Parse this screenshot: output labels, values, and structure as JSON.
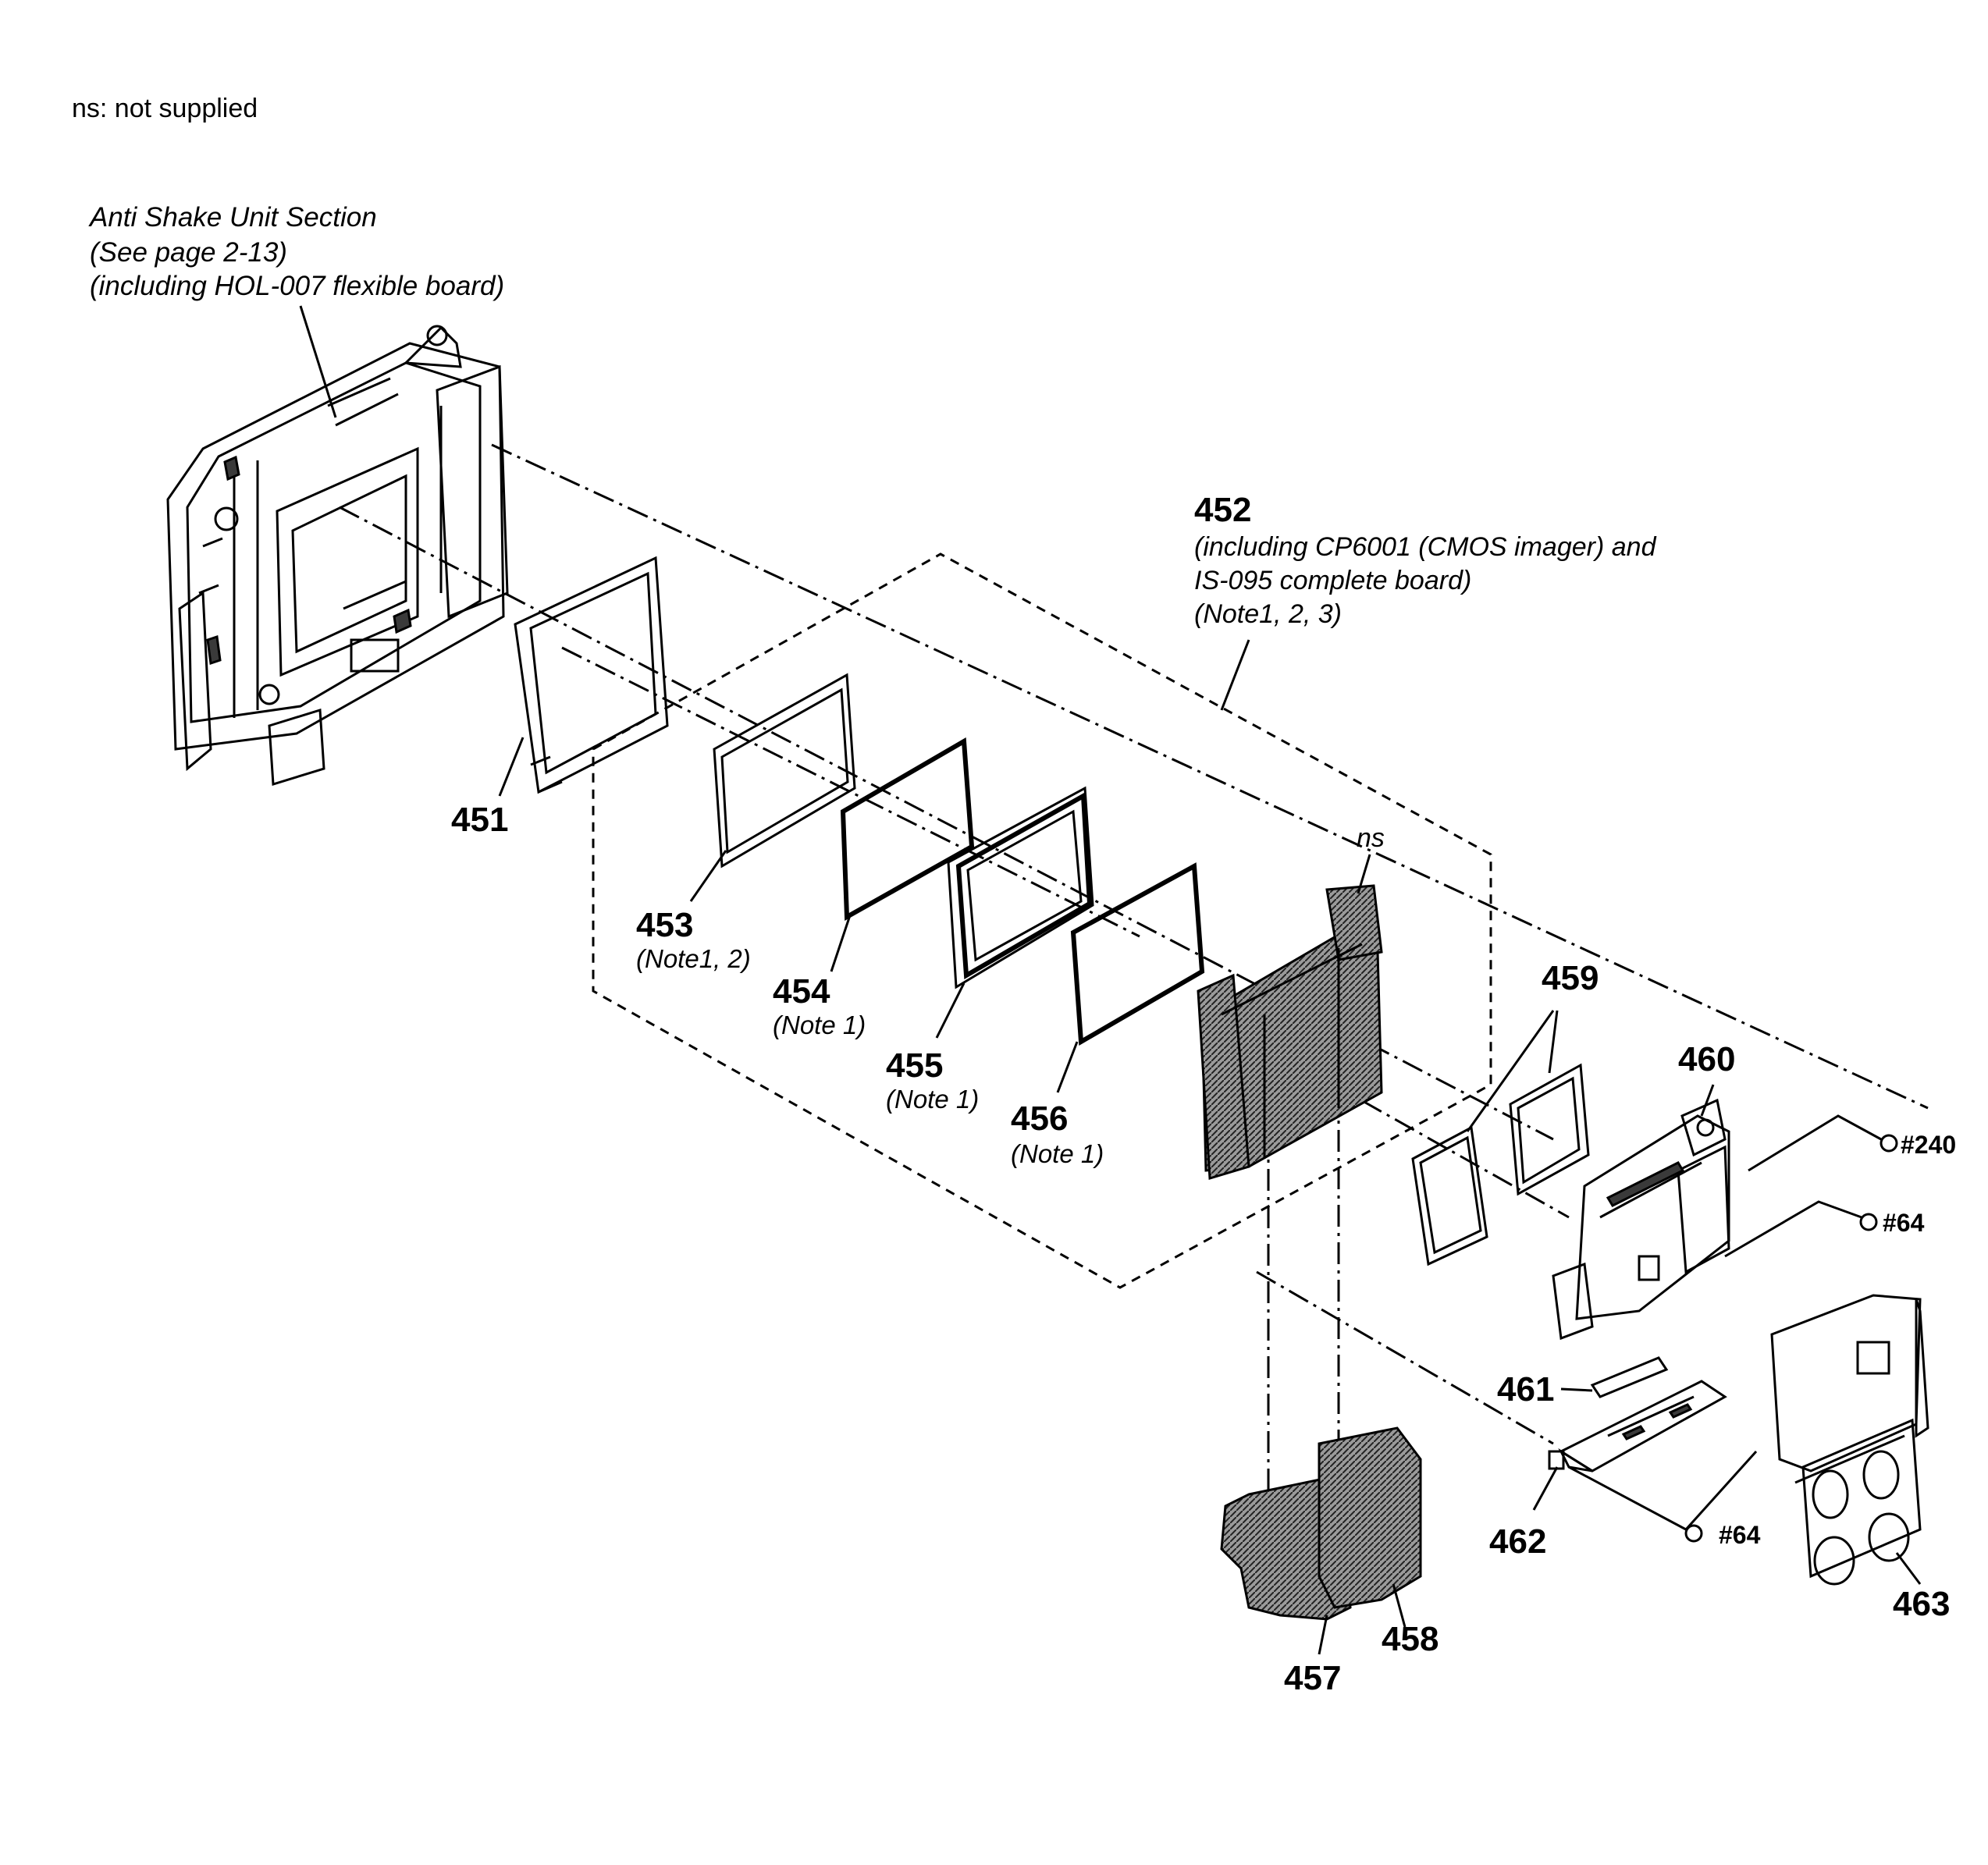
{
  "legend": "ns: not supplied",
  "section_label": {
    "line1": "Anti Shake Unit Section",
    "line2": "(See page 2-13)",
    "line3": "(including HOL-007 flexible board)"
  },
  "assembly_452": {
    "number": "452",
    "line1": "(including CP6001 (CMOS imager) and",
    "line2": "IS-095 complete board)",
    "line3": "(Note1, 2, 3)"
  },
  "ns_tag": "ns",
  "parts": {
    "p451": "451",
    "p453": "453",
    "p453_note": "(Note1, 2)",
    "p454": "454",
    "p454_note": "(Note 1)",
    "p455": "455",
    "p455_note": "(Note 1)",
    "p456": "456",
    "p456_note": "(Note 1)",
    "p457": "457",
    "p458": "458",
    "p459": "459",
    "p460": "460",
    "p461": "461",
    "p462": "462",
    "p463": "463"
  },
  "screws": {
    "s240": "#240",
    "s64a": "#64",
    "s64b": "#64"
  }
}
